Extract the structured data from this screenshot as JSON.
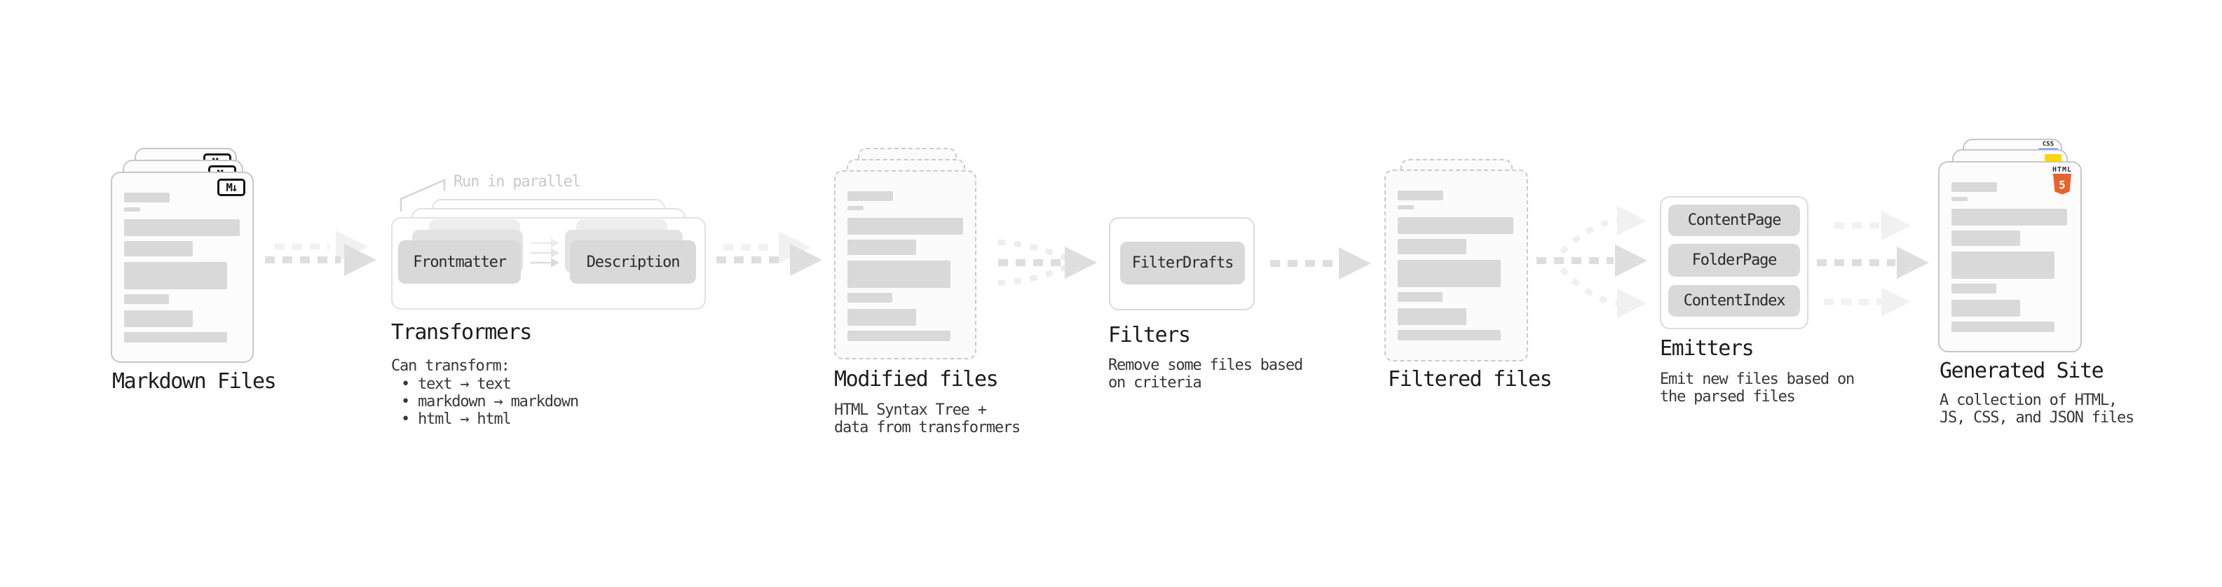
{
  "diagram": {
    "stages": [
      {
        "id": "markdown-files",
        "title": "Markdown Files"
      },
      {
        "id": "transformers",
        "title": "Transformers",
        "note": "Run in parallel",
        "intro": "Can transform:",
        "bullets": [
          "• text → text",
          "• markdown → markdown",
          "• html → html"
        ],
        "buttons": [
          "Frontmatter",
          "Description"
        ]
      },
      {
        "id": "modified-files",
        "title": "Modified files",
        "desc": [
          "HTML Syntax Tree +",
          "data from transformers"
        ]
      },
      {
        "id": "filters",
        "title": "Filters",
        "desc": [
          "Remove some files based",
          "on criteria"
        ],
        "buttons": [
          "FilterDrafts"
        ]
      },
      {
        "id": "filtered-files",
        "title": "Filtered files"
      },
      {
        "id": "emitters",
        "title": "Emitters",
        "desc": [
          "Emit new files based on",
          "the parsed files"
        ],
        "buttons": [
          "ContentPage",
          "FolderPage",
          "ContentIndex"
        ]
      },
      {
        "id": "generated-site",
        "title": "Generated Site",
        "desc": [
          "A collection of HTML,",
          "JS, CSS, and JSON files"
        ]
      }
    ],
    "icons": {
      "markdown_badge": "M↓",
      "html5_label": "HTML",
      "html5_numeral": "5",
      "css_label": "CSS"
    },
    "colors": {
      "accent_orange": "#e8622c",
      "accent_yellow": "#ffd60a",
      "accent_blue": "#2b6bf3",
      "placeholder_gray": "#d9d9d9",
      "arrow_dark": "#dedede",
      "arrow_light": "#f1f1f1"
    }
  }
}
